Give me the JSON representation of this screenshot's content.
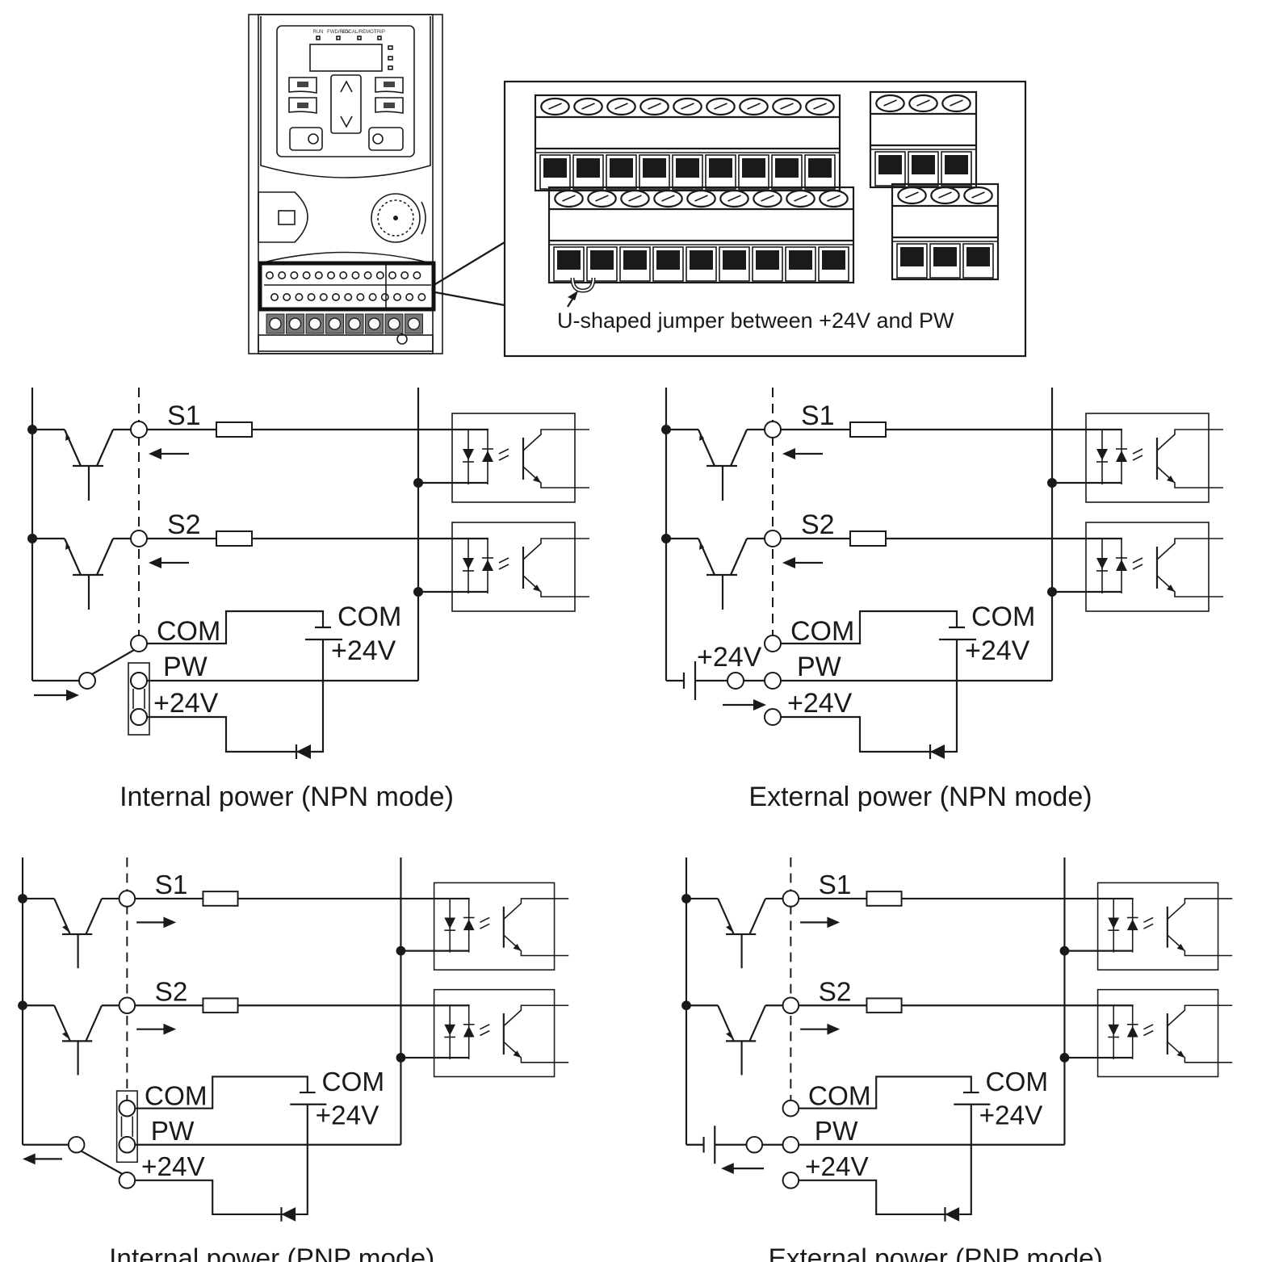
{
  "figure": {
    "title": "Digital input wiring modes (NPN / PNP, internal / external power)",
    "inset_callout": "U-shaped jumper between +24V and PW",
    "drive_illustration": {
      "keypad_led_labels": [
        "RUN",
        "FWD/REV",
        "LOCAL/REMOT",
        "TRIP"
      ],
      "terminal_rows": 2,
      "control_terminals_per_row": 13,
      "power_terminals": 8
    },
    "terminal_block_inset": {
      "large_blocks": [
        {
          "positions": 9
        },
        {
          "positions": 9
        }
      ],
      "small_blocks": [
        {
          "positions": 3
        },
        {
          "positions": 3
        }
      ],
      "jumper_positions": [
        1,
        2
      ]
    }
  },
  "panels": [
    {
      "id": "internal-npn",
      "caption": "Internal power (NPN mode)",
      "mode": "NPN",
      "power": "internal",
      "labels": {
        "s1": "S1",
        "s2": "S2",
        "com": "COM",
        "pw": "PW",
        "v24": "+24V",
        "supply_com": "COM",
        "supply_v24": "+24V"
      },
      "current_direction": "into-terminal",
      "jumper": "PW-+24V"
    },
    {
      "id": "external-npn",
      "caption": "External power (NPN mode)",
      "mode": "NPN",
      "power": "external",
      "labels": {
        "s1": "S1",
        "s2": "S2",
        "com": "COM",
        "pw": "PW",
        "v24": "+24V",
        "supply_com": "COM",
        "supply_v24": "+24V",
        "ext_v24": "+24V"
      },
      "current_direction": "into-terminal",
      "jumper": "none"
    },
    {
      "id": "internal-pnp",
      "caption": "Internal power (PNP mode)",
      "mode": "PNP",
      "power": "internal",
      "labels": {
        "s1": "S1",
        "s2": "S2",
        "com": "COM",
        "pw": "PW",
        "v24": "+24V",
        "supply_com": "COM",
        "supply_v24": "+24V"
      },
      "current_direction": "out-of-terminal",
      "jumper": "COM-PW"
    },
    {
      "id": "external-pnp",
      "caption": "External power (PNP mode)",
      "mode": "PNP",
      "power": "external",
      "labels": {
        "s1": "S1",
        "s2": "S2",
        "com": "COM",
        "pw": "PW",
        "v24": "+24V",
        "supply_com": "COM",
        "supply_v24": "+24V"
      },
      "current_direction": "out-of-terminal",
      "jumper": "none"
    }
  ],
  "colors": {
    "ink": "#1a1a1a",
    "background": "#ffffff",
    "terminal_fill": "#1a1a1a"
  }
}
